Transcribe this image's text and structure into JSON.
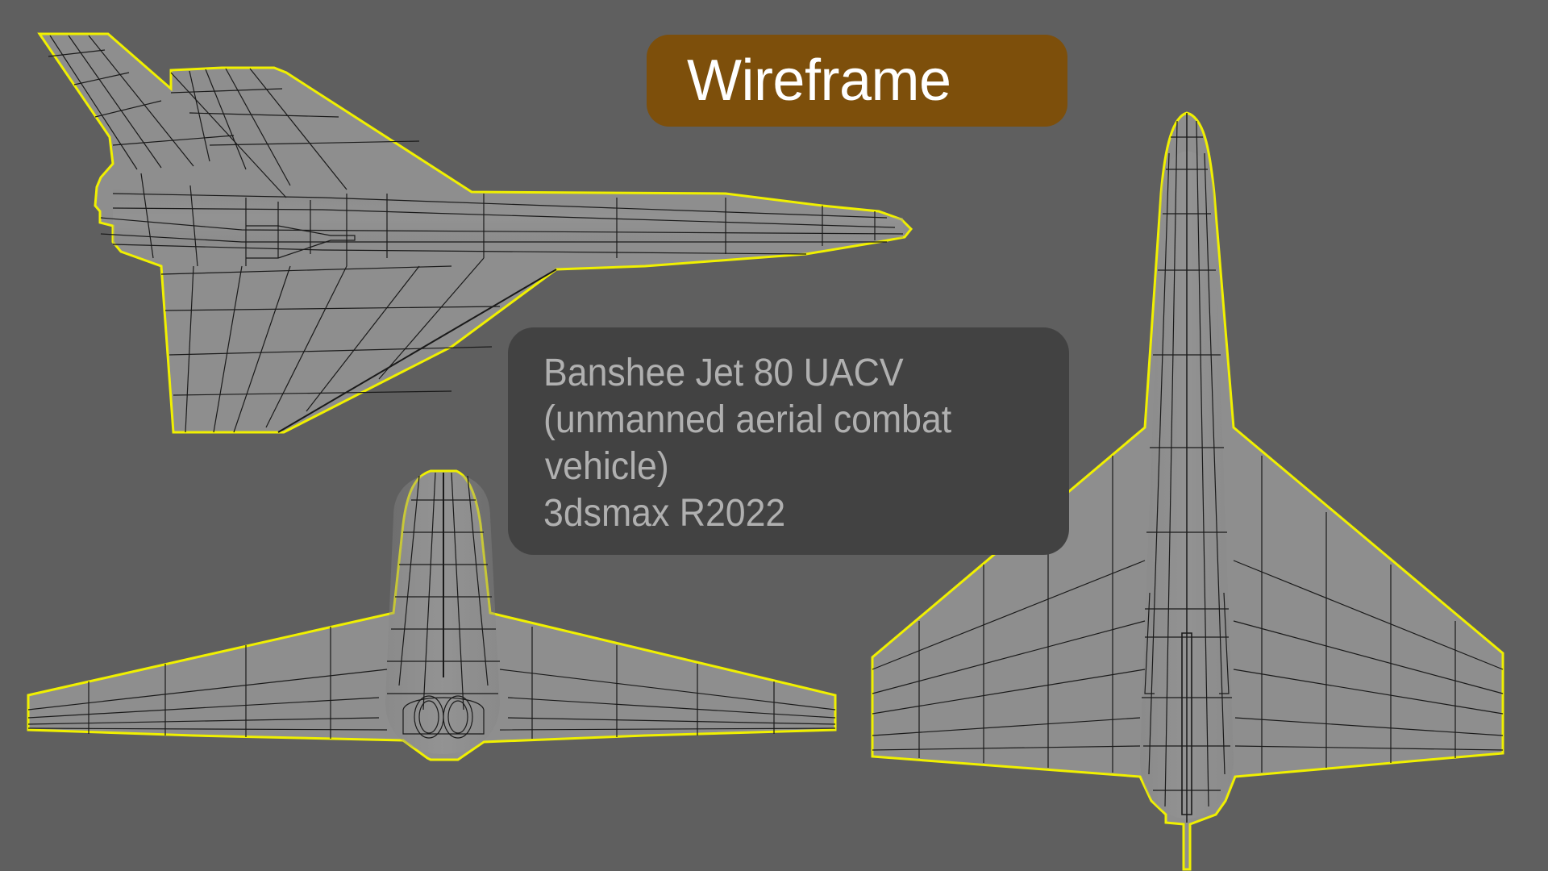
{
  "title_banner": {
    "label": "Wireframe",
    "background": "#7d4f0b",
    "text_color": "#ffffff"
  },
  "info_box": {
    "lines": [
      "Banshee Jet 80 UACV",
      "(unmanned aerial combat",
      "vehicle)",
      "3dsmax R2022"
    ],
    "background": "#424242",
    "text_color": "#b0b0b0"
  },
  "viewport": {
    "background": "#5f5f5f",
    "mesh_fill": "#8e8e8e",
    "wire_color": "#1a1a1a",
    "selection_outline": "#f0f000",
    "views": [
      {
        "name": "side-view",
        "description": "Side view of aircraft with vertical tail"
      },
      {
        "name": "front-view",
        "description": "Front/rear view showing twin engine exhausts"
      },
      {
        "name": "top-view",
        "description": "Top view of delta-wing aircraft"
      }
    ]
  }
}
